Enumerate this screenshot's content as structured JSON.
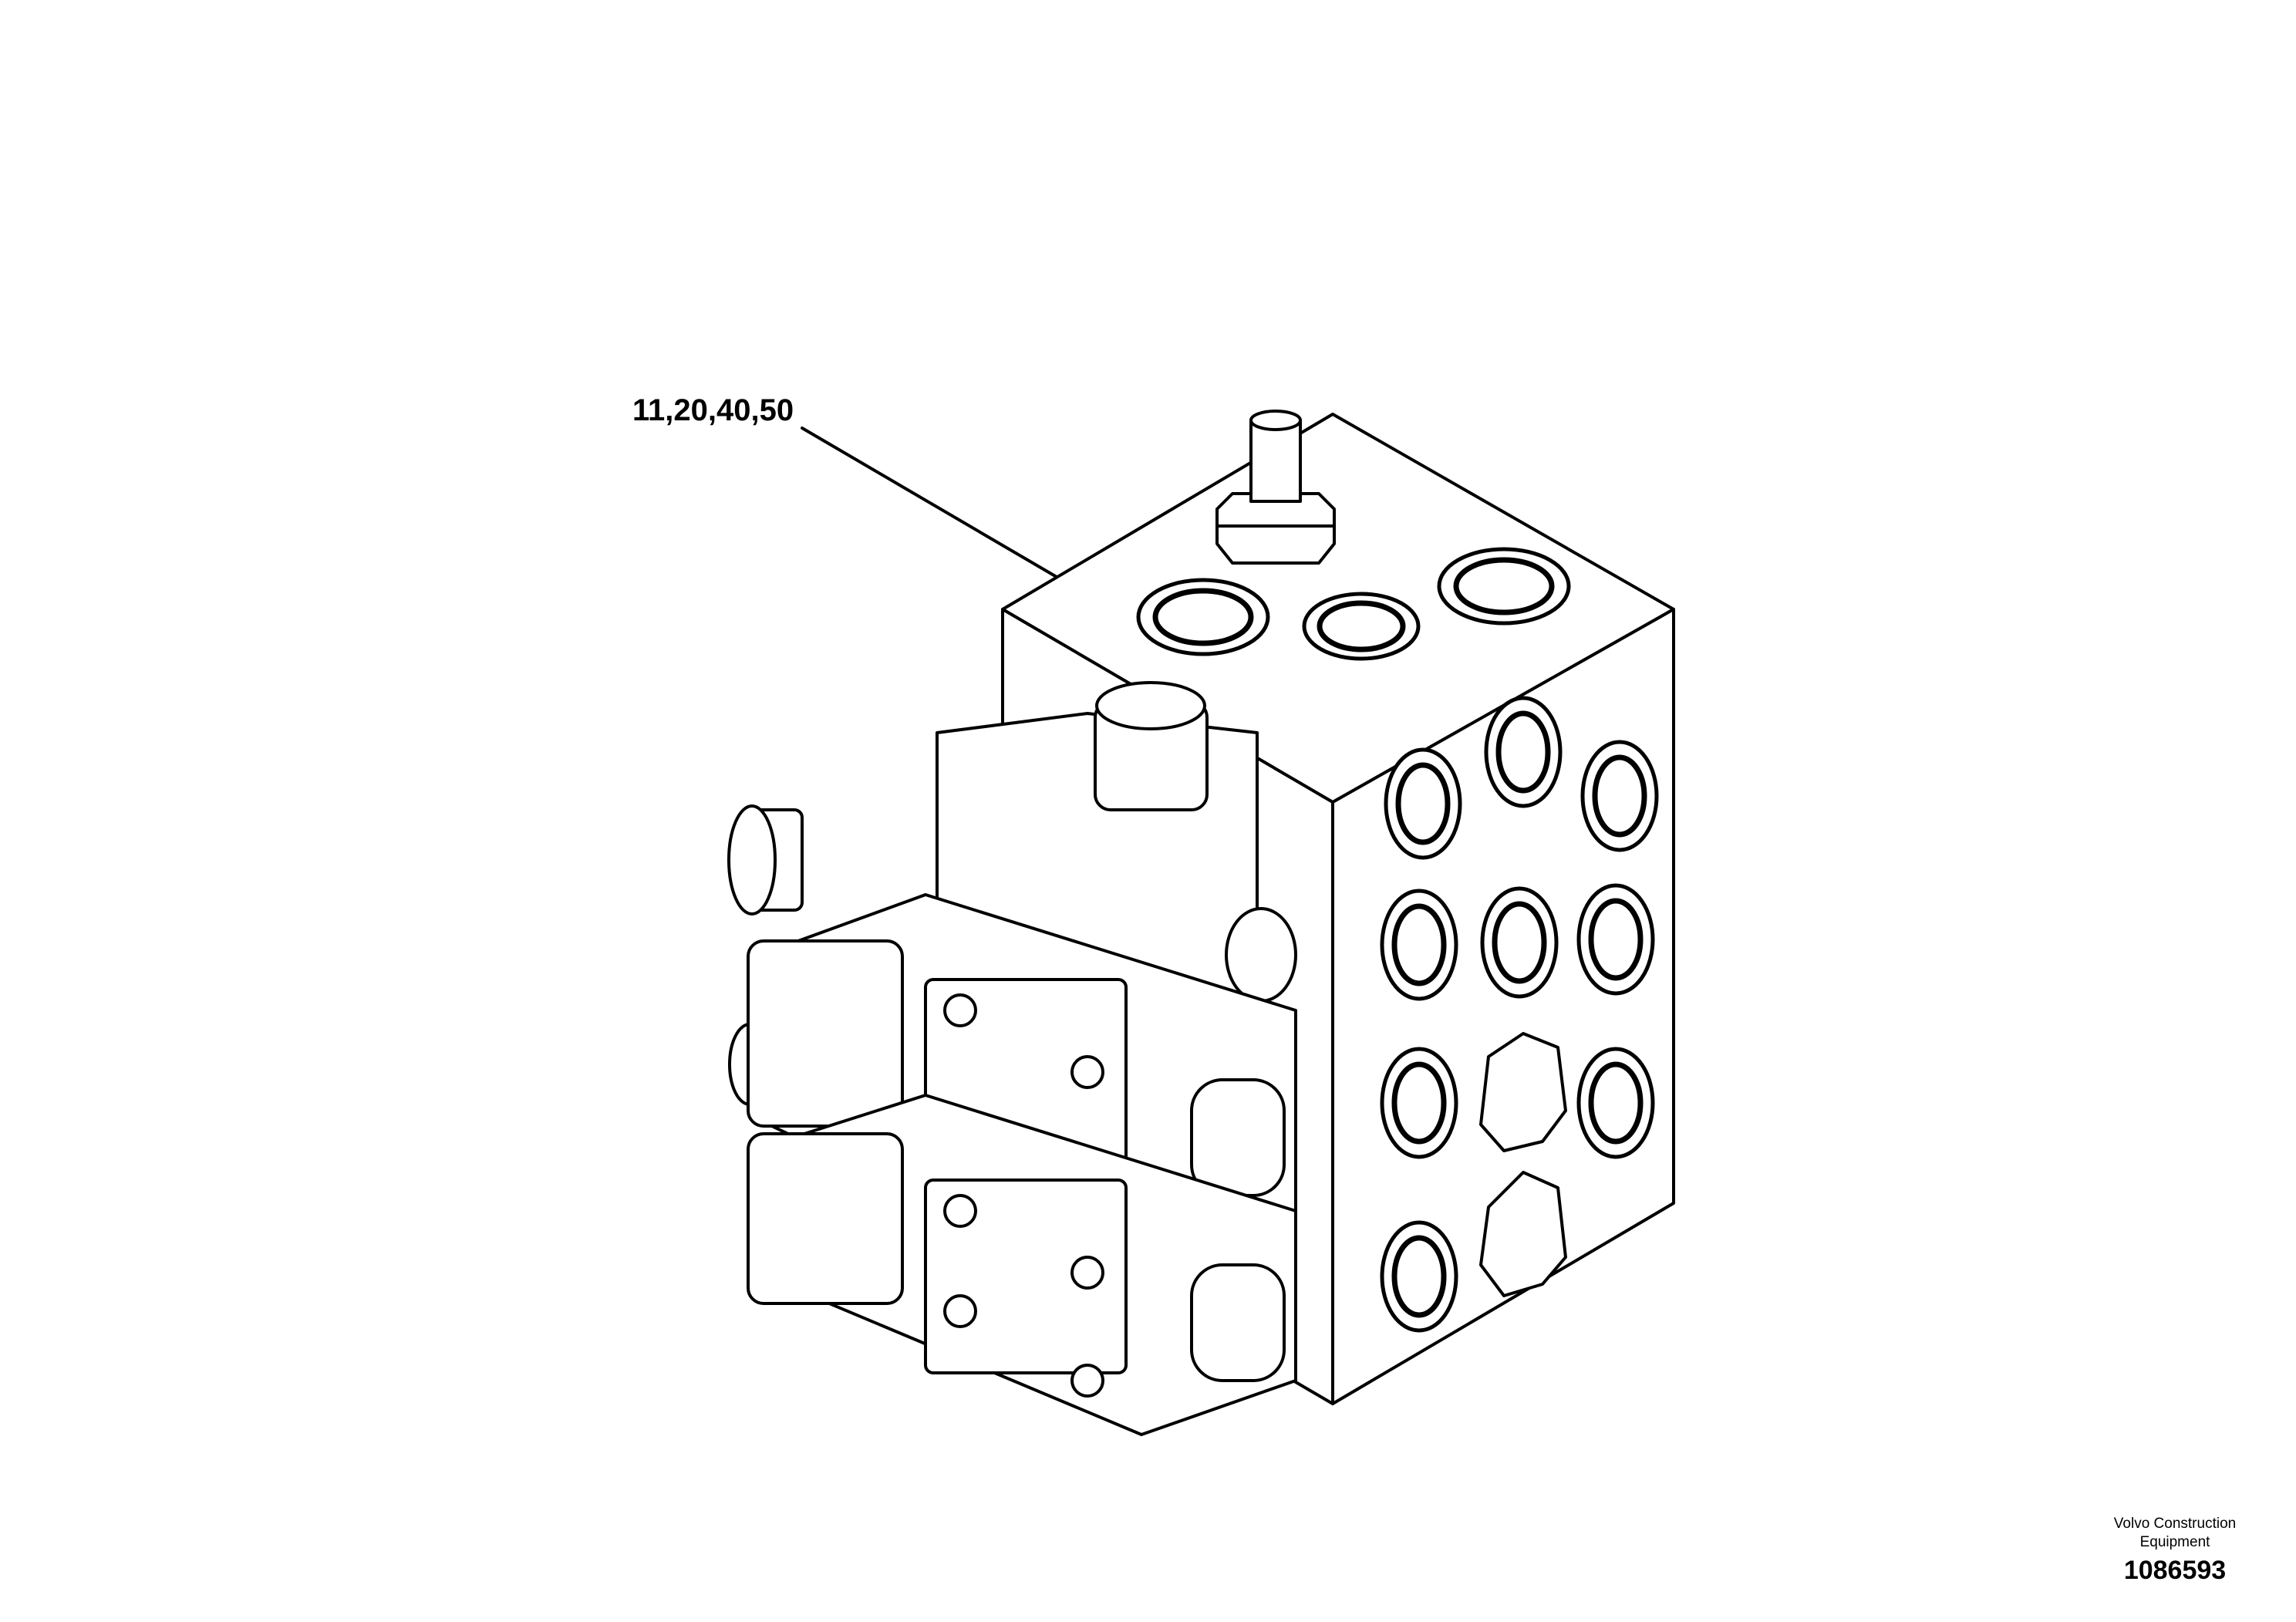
{
  "callout": {
    "label": "11,20,40,50"
  },
  "title_block": {
    "publisher_line1": "Volvo Construction",
    "publisher_line2": "Equipment",
    "drawing_number": "1086593"
  }
}
